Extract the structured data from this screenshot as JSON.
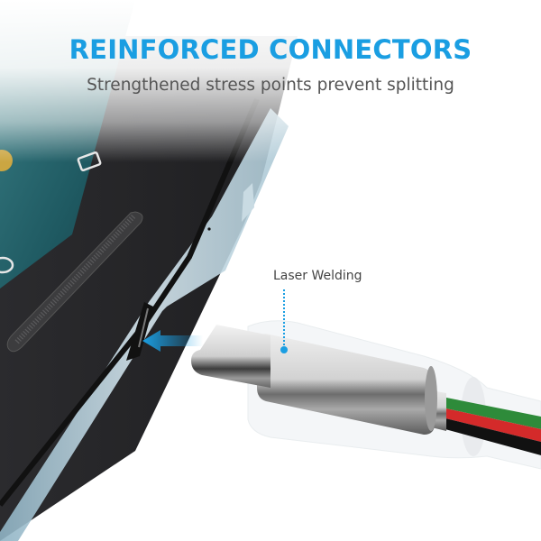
{
  "header": {
    "title": "REINFORCED CONNECTORS",
    "subtitle": "Strengthened stress points prevent splitting"
  },
  "callout": {
    "label": "Laser Welding"
  },
  "colors": {
    "accent": "#1a9ee2",
    "subtitle_text": "#555555",
    "callout_text": "#444444",
    "phone_body": "#2a2a2c",
    "phone_edge": "#b9d4e0",
    "wire_green": "#2e8b3a",
    "wire_red": "#d42a2a",
    "wire_black": "#111111"
  },
  "illustration": {
    "subject": "USB-C cable connector approaching phone port",
    "arrow_direction": "left"
  }
}
